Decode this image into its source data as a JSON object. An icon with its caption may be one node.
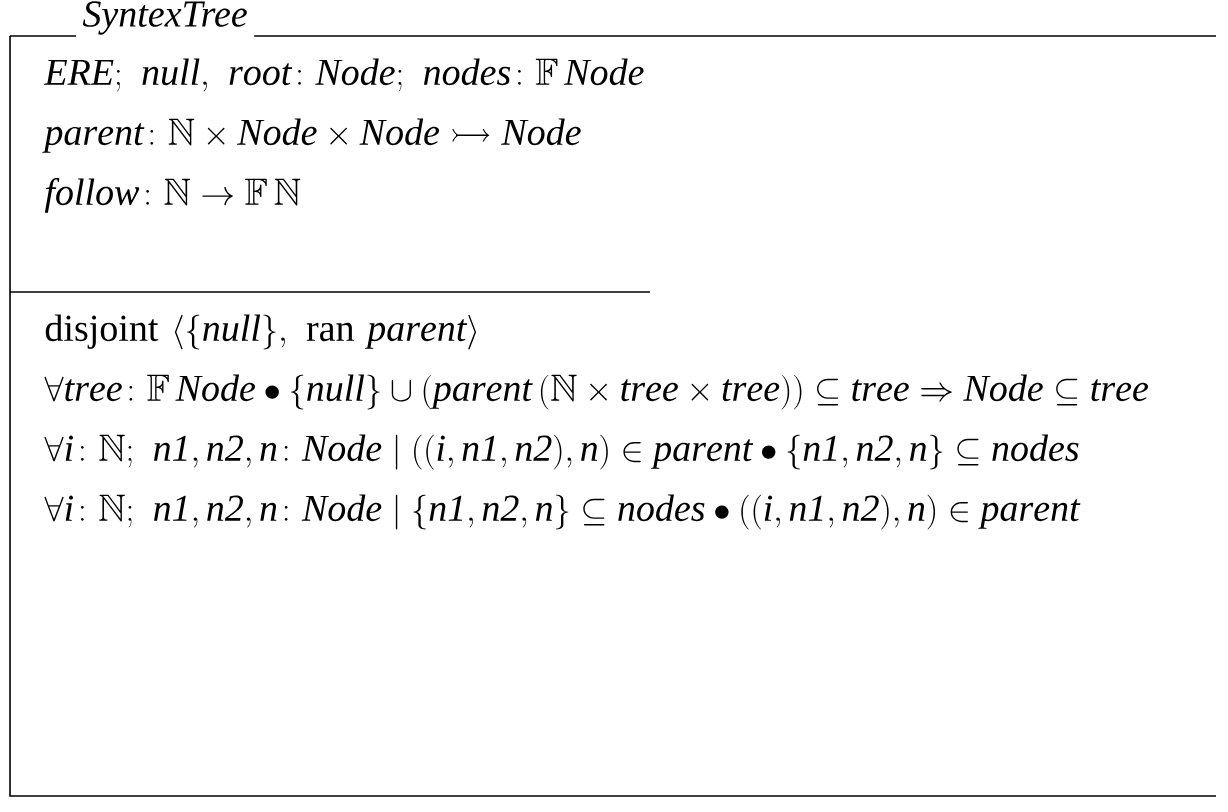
{
  "diagram": {
    "nodes": [
      {
        "text": [
          "SyntexTree",
          "\\mathit{ERE};\\ \\mathit{null},\\ \\mathit{root}\\colon \\mathit{Node};\\ \\mathit{nodes}\\colon \\mathbb{F}\\,\\mathit{Node}",
          "\\mathit{parent}\\colon \\mathbb{N}\\times\\mathit{Node}\\times\\mathit{Node}\\rightarrowtail\\mathit{Node}",
          "\\mathit{follow}\\colon \\mathbb{N}\\rightarrow\\mathbb{F}\\,\\mathbb{N}",
          "\\mathrm{disjoint}\\ \\langle\\{\\mathit{null}\\},\\ \\mathrm{ran}\\ \\mathit{parent}\\rangle",
          "\\forall \\mathit{tree}\\colon \\mathbb{F}\\,\\mathit{Node}\\bullet \\{\\mathit{null}\\}\\cup(\\mathit{parent}\\,(\\mathbb{N}\\times\\mathit{tree}\\times\\mathit{tree}))\\subseteq\\mathit{tree}\\Rightarrow\\mathit{Node}\\subseteq\\mathit{tree}",
          "\\forall \\mathit{i}\\colon\\mathbb{N};\\ \\mathit{n1},\\mathit{n2},\\mathit{n}\\colon\\mathit{Node}\\mid((\\mathit{i},\\mathit{n1},\\mathit{n2}),\\mathit{n})\\in\\mathit{parent}\\bullet\\{\\mathit{n1},\\mathit{n2},\\mathit{n}\\}\\subseteq\\mathit{nodes}",
          "\\forall \\mathit{i}\\colon\\mathbb{N};\\ \\mathit{n1},\\mathit{n2},\\mathit{n}\\colon\\mathit{Node}\\mid\\{\\mathit{n1},\\mathit{n2},\\mathit{n}\\}\\subseteq\\mathit{nodes}\\bullet((\\mathit{i},\\mathit{n1},\\mathit{n2}),\\mathit{n})\\in\\mathit{parent}"
        ]
      }
    ]
  }
}
